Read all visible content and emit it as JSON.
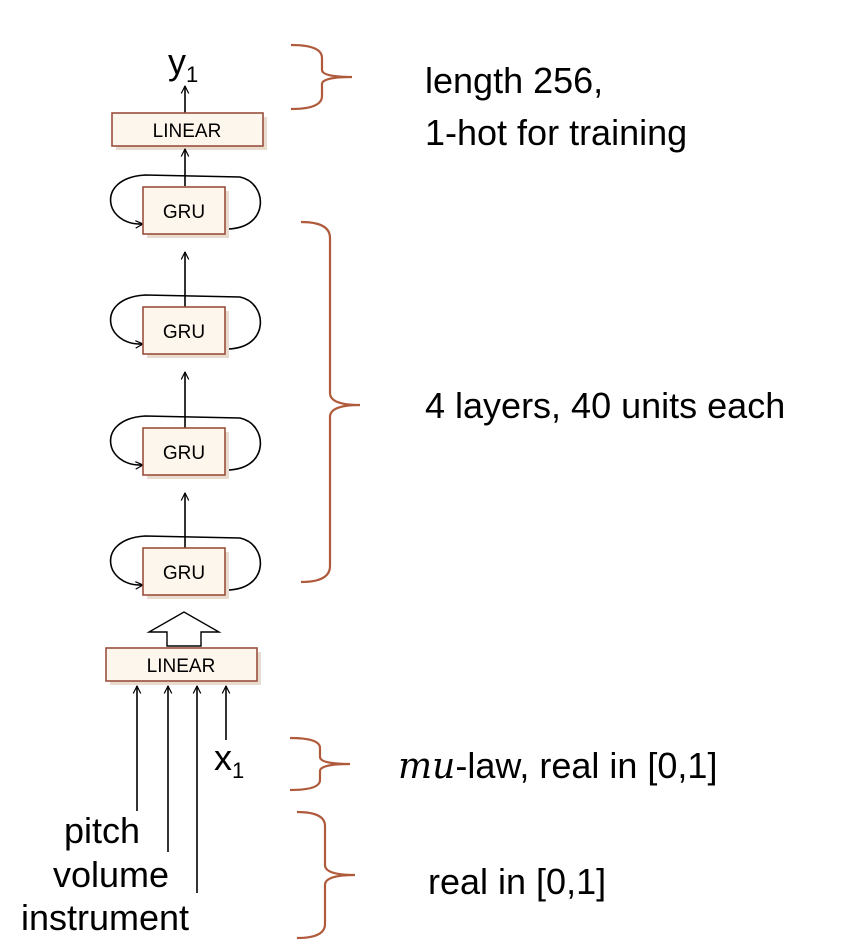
{
  "output": {
    "var": "y",
    "sub": "1"
  },
  "input": {
    "var": "x",
    "sub": "1"
  },
  "layers": {
    "linear_top": "LINEAR",
    "linear_bottom": "LINEAR",
    "gru": [
      "GRU",
      "GRU",
      "GRU",
      "GRU"
    ]
  },
  "inputs": [
    "pitch",
    "volume",
    "instrument"
  ],
  "annotations": {
    "output_line1": "length 256,",
    "output_line2": "1-hot for training",
    "gru_stack": "4 layers, 40 units each",
    "mu_symbol": "mu",
    "mu_rest": "-law, real in [0,1]",
    "real": "real in [0,1]"
  },
  "colors": {
    "box_stroke": "#9a4f3d",
    "box_fill": "#fdf6ec",
    "brace": "#b05a3c"
  }
}
